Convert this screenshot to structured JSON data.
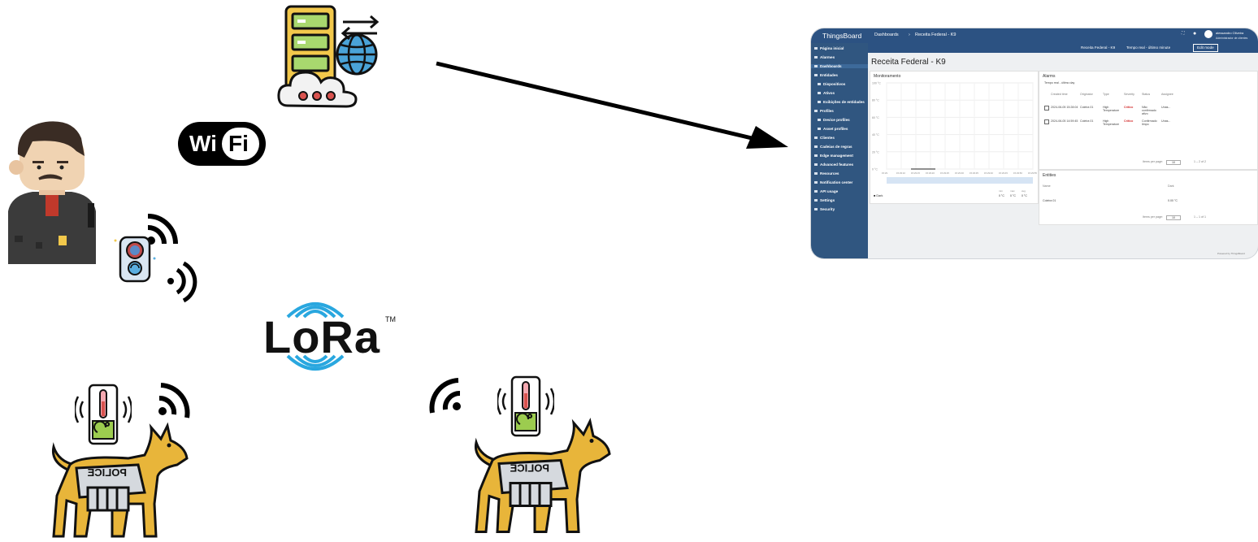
{
  "wifi": {
    "label_left": "Wi",
    "label_right": "Fi"
  },
  "lora": {
    "label": "LoRa",
    "tm": "TM"
  },
  "police_label": "POLICE",
  "screenshot": {
    "app_title": "ThingsBoard",
    "breadcrumb": [
      "Dashboards",
      "Receita Federal - K9"
    ],
    "subbar_left": "Receita Federal K9",
    "subbar_state": "Receita Federal - K9",
    "subbar_time": "Tempo real - último minute",
    "edit_mode": "Edit mode",
    "user_name": "alessandro Oliveira",
    "user_role": "Administrador de clientes",
    "dashboard_title": "Receita Federal - K9",
    "sidebar": [
      {
        "label": "Página inicial",
        "sub": false,
        "active": false
      },
      {
        "label": "Alarmes",
        "sub": false,
        "active": false
      },
      {
        "label": "Dashboards",
        "sub": false,
        "active": true
      },
      {
        "label": "Entidades",
        "sub": false,
        "active": false
      },
      {
        "label": "Dispositivos",
        "sub": true,
        "active": false
      },
      {
        "label": "Ativos",
        "sub": true,
        "active": false
      },
      {
        "label": "Exibições de entidades",
        "sub": true,
        "active": false
      },
      {
        "label": "Profiles",
        "sub": false,
        "active": false
      },
      {
        "label": "Device profiles",
        "sub": true,
        "active": false
      },
      {
        "label": "Asset profiles",
        "sub": true,
        "active": false
      },
      {
        "label": "Clientes",
        "sub": false,
        "active": false
      },
      {
        "label": "Cadeias de regras",
        "sub": false,
        "active": false
      },
      {
        "label": "Edge management",
        "sub": false,
        "active": false
      },
      {
        "label": "Advanced features",
        "sub": false,
        "active": false
      },
      {
        "label": "Resources",
        "sub": false,
        "active": false
      },
      {
        "label": "Notification center",
        "sub": false,
        "active": false
      },
      {
        "label": "API usage",
        "sub": false,
        "active": false
      },
      {
        "label": "Settings",
        "sub": false,
        "active": false
      },
      {
        "label": "Security",
        "sub": false,
        "active": false
      }
    ],
    "monitor": {
      "title": "Monitoramento",
      "y_ticks": [
        "100 °C",
        "80 °C",
        "60 °C",
        "40 °C",
        "20 °C",
        "0 °C"
      ],
      "x_ticks": [
        "15:29",
        "15:29:10",
        "15:29:15",
        "15:29:20",
        "15:29:25",
        "15:29:30",
        "15:29:35",
        "15:29:40",
        "15:29:45",
        "15:29:50",
        "15:29:55"
      ],
      "legend": "Dark",
      "stats_labels": [
        "min",
        "max",
        "avg"
      ],
      "stats_values": [
        "0 °C",
        "0 °C",
        "0 °C"
      ]
    },
    "alarms": {
      "title": "Alarms",
      "subtitle": "Tempo real - último day",
      "columns": [
        "Created time",
        "Originator",
        "Type",
        "Severity",
        "Status",
        "Assignee"
      ],
      "rows": [
        {
          "time": "2024-06-05 15:28:04",
          "originator": "Coleira 01",
          "type": "High Temperature",
          "severity": "Crítico",
          "status": "Não confirmado ativo",
          "assignee": "Unas..."
        },
        {
          "time": "2024-06-05 14:59:45",
          "originator": "Coleira 01",
          "type": "High Temperature",
          "severity": "Crítico",
          "status": "Confirmado limpo",
          "assignee": "Unas..."
        }
      ],
      "items_per_page": "Items per page:",
      "page_size": "10",
      "range": "1 – 2 of 2"
    },
    "entities": {
      "title": "Entities",
      "columns": [
        "Name",
        "Dark"
      ],
      "rows": [
        {
          "name": "Coleira 01",
          "value": "0.00 °C"
        }
      ],
      "items_per_page": "Items per page:",
      "page_size": "10",
      "range": "1 – 1 of 1"
    },
    "footer": "Powered by ThingsBoard"
  }
}
